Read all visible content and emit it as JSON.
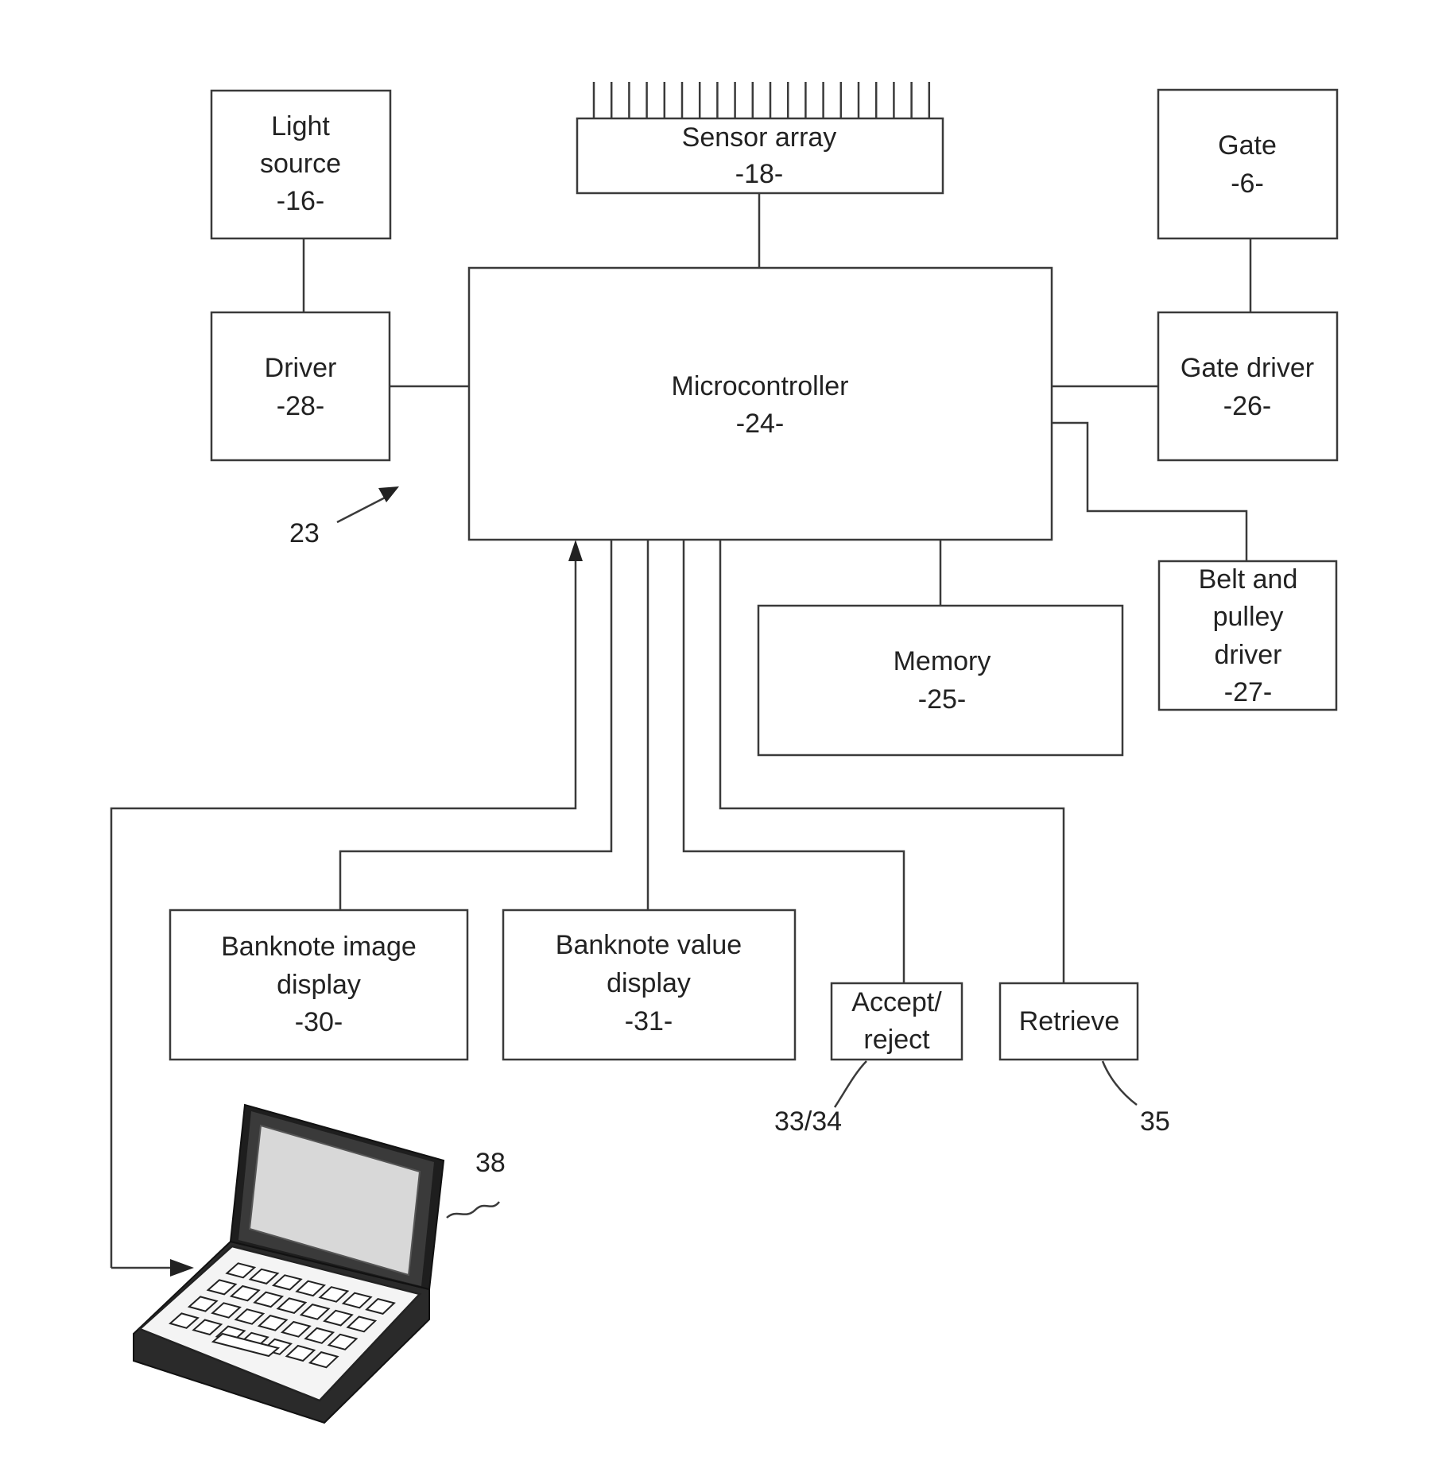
{
  "blocks": {
    "light_source": {
      "line1": "Light",
      "line2": "source",
      "line3": "-16-"
    },
    "driver": {
      "line1": "Driver",
      "line2": "-28-"
    },
    "sensor_array": {
      "line1": "Sensor array",
      "line2": "-18-"
    },
    "gate": {
      "line1": "Gate",
      "line2": "-6-"
    },
    "gate_driver": {
      "line1": "Gate driver",
      "line2": "-26-"
    },
    "microcontroller": {
      "line1": "Microcontroller",
      "line2": "-24-"
    },
    "memory": {
      "line1": "Memory",
      "line2": "-25-"
    },
    "belt_pulley_driver": {
      "line1": "Belt and",
      "line2": "pulley",
      "line3": "driver",
      "line4": "-27-"
    },
    "banknote_image_display": {
      "line1": "Banknote image",
      "line2": "display",
      "line3": "-30-"
    },
    "banknote_value_display": {
      "line1": "Banknote value",
      "line2": "display",
      "line3": "-31-"
    },
    "accept_reject": {
      "line1": "Accept/",
      "line2": "reject"
    },
    "retrieve": {
      "line1": "Retrieve"
    }
  },
  "references": {
    "system": "23",
    "accept_reject": "33/34",
    "retrieve": "35",
    "laptop": "38"
  },
  "icons": {
    "sensor_pins": "sensor-pins-icon",
    "laptop": "laptop-icon"
  }
}
